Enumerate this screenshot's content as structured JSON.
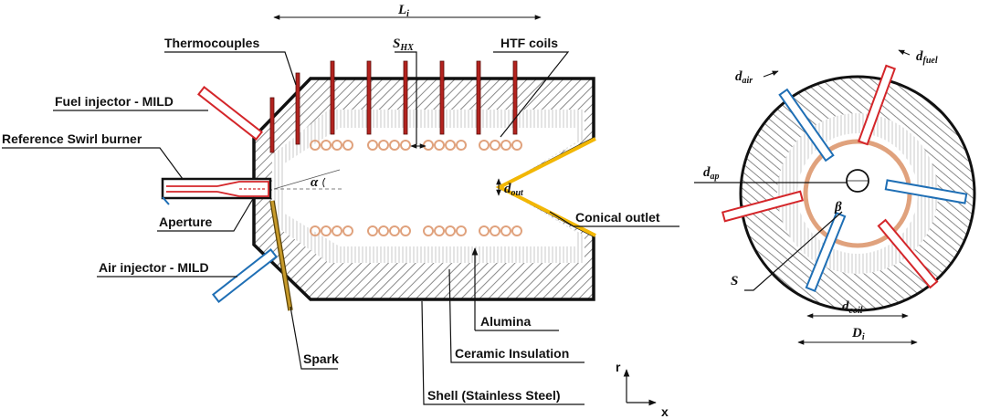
{
  "labels": {
    "thermocouples": "Thermocouples",
    "fuel_injector": "Fuel injector - MILD",
    "reference_swirl_burner": "Reference Swirl burner",
    "aperture": "Aperture",
    "air_injector": "Air injector - MILD",
    "spark": "Spark",
    "htf_coils": "HTF coils",
    "conical_outlet": "Conical outlet",
    "alumina": "Alumina",
    "ceramic_insulation": "Ceramic Insulation",
    "shell": "Shell (Stainless Steel)"
  },
  "symbols": {
    "L": "L",
    "L_sub": "i",
    "S_HX": "S",
    "S_HX_sub": "HX",
    "alpha": "α",
    "d_out": "d",
    "d_out_sub": "out",
    "d_air": "d",
    "d_air_sub": "air",
    "d_fuel": "d",
    "d_fuel_sub": "fuel",
    "d_ap": "d",
    "d_ap_sub": "ap",
    "beta": "β",
    "S": "S",
    "d_coil": "d",
    "d_coil_sub": "coil",
    "D": "D",
    "D_sub": "i"
  },
  "axes": {
    "r": "r",
    "x": "x"
  },
  "colors": {
    "shell": "#111111",
    "thermocouple": "#b3231f",
    "fuel_injector": "#d4262a",
    "air_injector": "#1f6fb5",
    "htf_coil": "#e0a27d",
    "conical_outlet": "#f2b705",
    "spark": "#c79a2a"
  }
}
